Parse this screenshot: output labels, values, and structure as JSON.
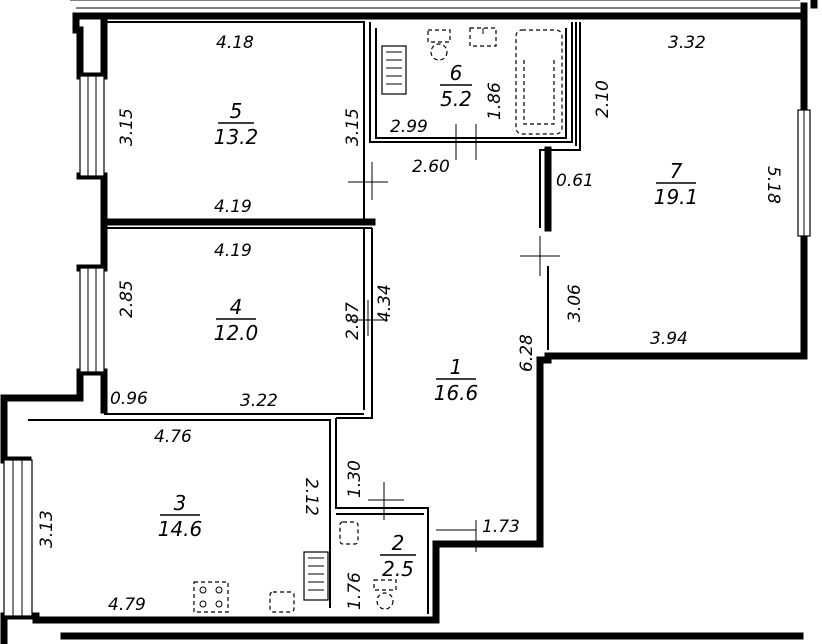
{
  "rooms": [
    {
      "id": "1",
      "area": "16.6"
    },
    {
      "id": "2",
      "area": "2.5"
    },
    {
      "id": "3",
      "area": "14.6"
    },
    {
      "id": "4",
      "area": "12.0"
    },
    {
      "id": "5",
      "area": "13.2"
    },
    {
      "id": "6",
      "area": "5.2"
    },
    {
      "id": "7",
      "area": "19.1"
    }
  ],
  "dimensions": {
    "r5_top": "4.18",
    "r5_left": "3.15",
    "r5_right": "3.15",
    "r5_bottom": "4.19",
    "r6_width": "2.99",
    "r6_height": "1.86",
    "corr_top": "2.60",
    "r7_top": "3.32",
    "r7_left_upper": "2.10",
    "r7_step": "0.61",
    "r7_right": "5.18",
    "r7_left_lower": "3.06",
    "r7_bottom": "3.94",
    "r4_top": "4.19",
    "r4_left": "2.85",
    "r4_right": "2.87",
    "corr_vertical": "4.34",
    "corr_right": "6.28",
    "r4_step": "0.96",
    "r4_bottom": "3.22",
    "r3_top": "4.76",
    "r3_left": "3.13",
    "r3_right": "2.12",
    "r3_bottom": "4.79",
    "r2_top": "1.30",
    "r2_left": "1.76",
    "entry_width": "1.73"
  }
}
